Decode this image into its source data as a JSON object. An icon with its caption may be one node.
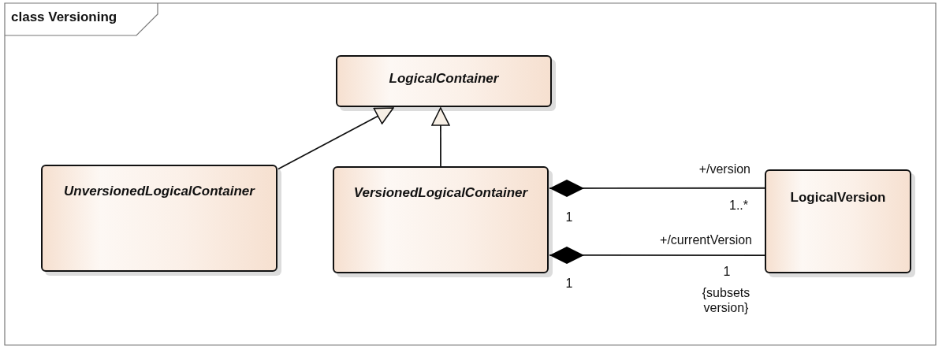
{
  "diagram": {
    "title": "class Versioning",
    "nodes": [
      {
        "text": [
          "LogicalContainer"
        ]
      },
      {
        "text": [
          "UnversionedLogicalContainer"
        ]
      },
      {
        "text": [
          "VersionedLogicalContainer"
        ]
      },
      {
        "text": [
          "LogicalVersion"
        ]
      }
    ],
    "edges": [
      {
        "from": 1,
        "to": 0,
        "arrow": "to"
      },
      {
        "from": 2,
        "to": 0,
        "arrow": "to"
      },
      {
        "from": 2,
        "to": 3,
        "arrow": "other",
        "label": "+/version"
      },
      {
        "from": 2,
        "to": 3,
        "arrow": "other",
        "label": "+/currentVersion"
      }
    ],
    "labels": [
      "1",
      "1..*",
      "1",
      "1",
      "{subsets version}"
    ]
  }
}
